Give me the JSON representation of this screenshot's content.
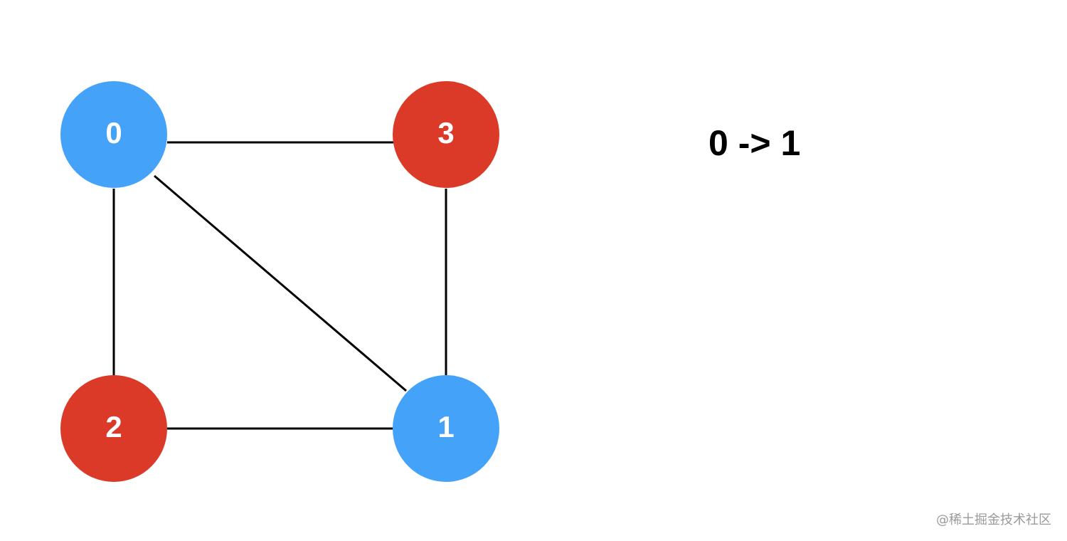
{
  "caption": "0 -> 1",
  "watermark": "@稀土掘金技术社区",
  "graph": {
    "nodes": [
      {
        "id": "0",
        "label": "0",
        "color": "#44A3F8"
      },
      {
        "id": "3",
        "label": "3",
        "color": "#DA3A27"
      },
      {
        "id": "2",
        "label": "2",
        "color": "#DA3A27"
      },
      {
        "id": "1",
        "label": "1",
        "color": "#44A3F8"
      }
    ],
    "edges": [
      {
        "from": "0",
        "to": "3"
      },
      {
        "from": "0",
        "to": "2"
      },
      {
        "from": "0",
        "to": "1"
      },
      {
        "from": "3",
        "to": "1"
      },
      {
        "from": "2",
        "to": "1"
      }
    ]
  }
}
